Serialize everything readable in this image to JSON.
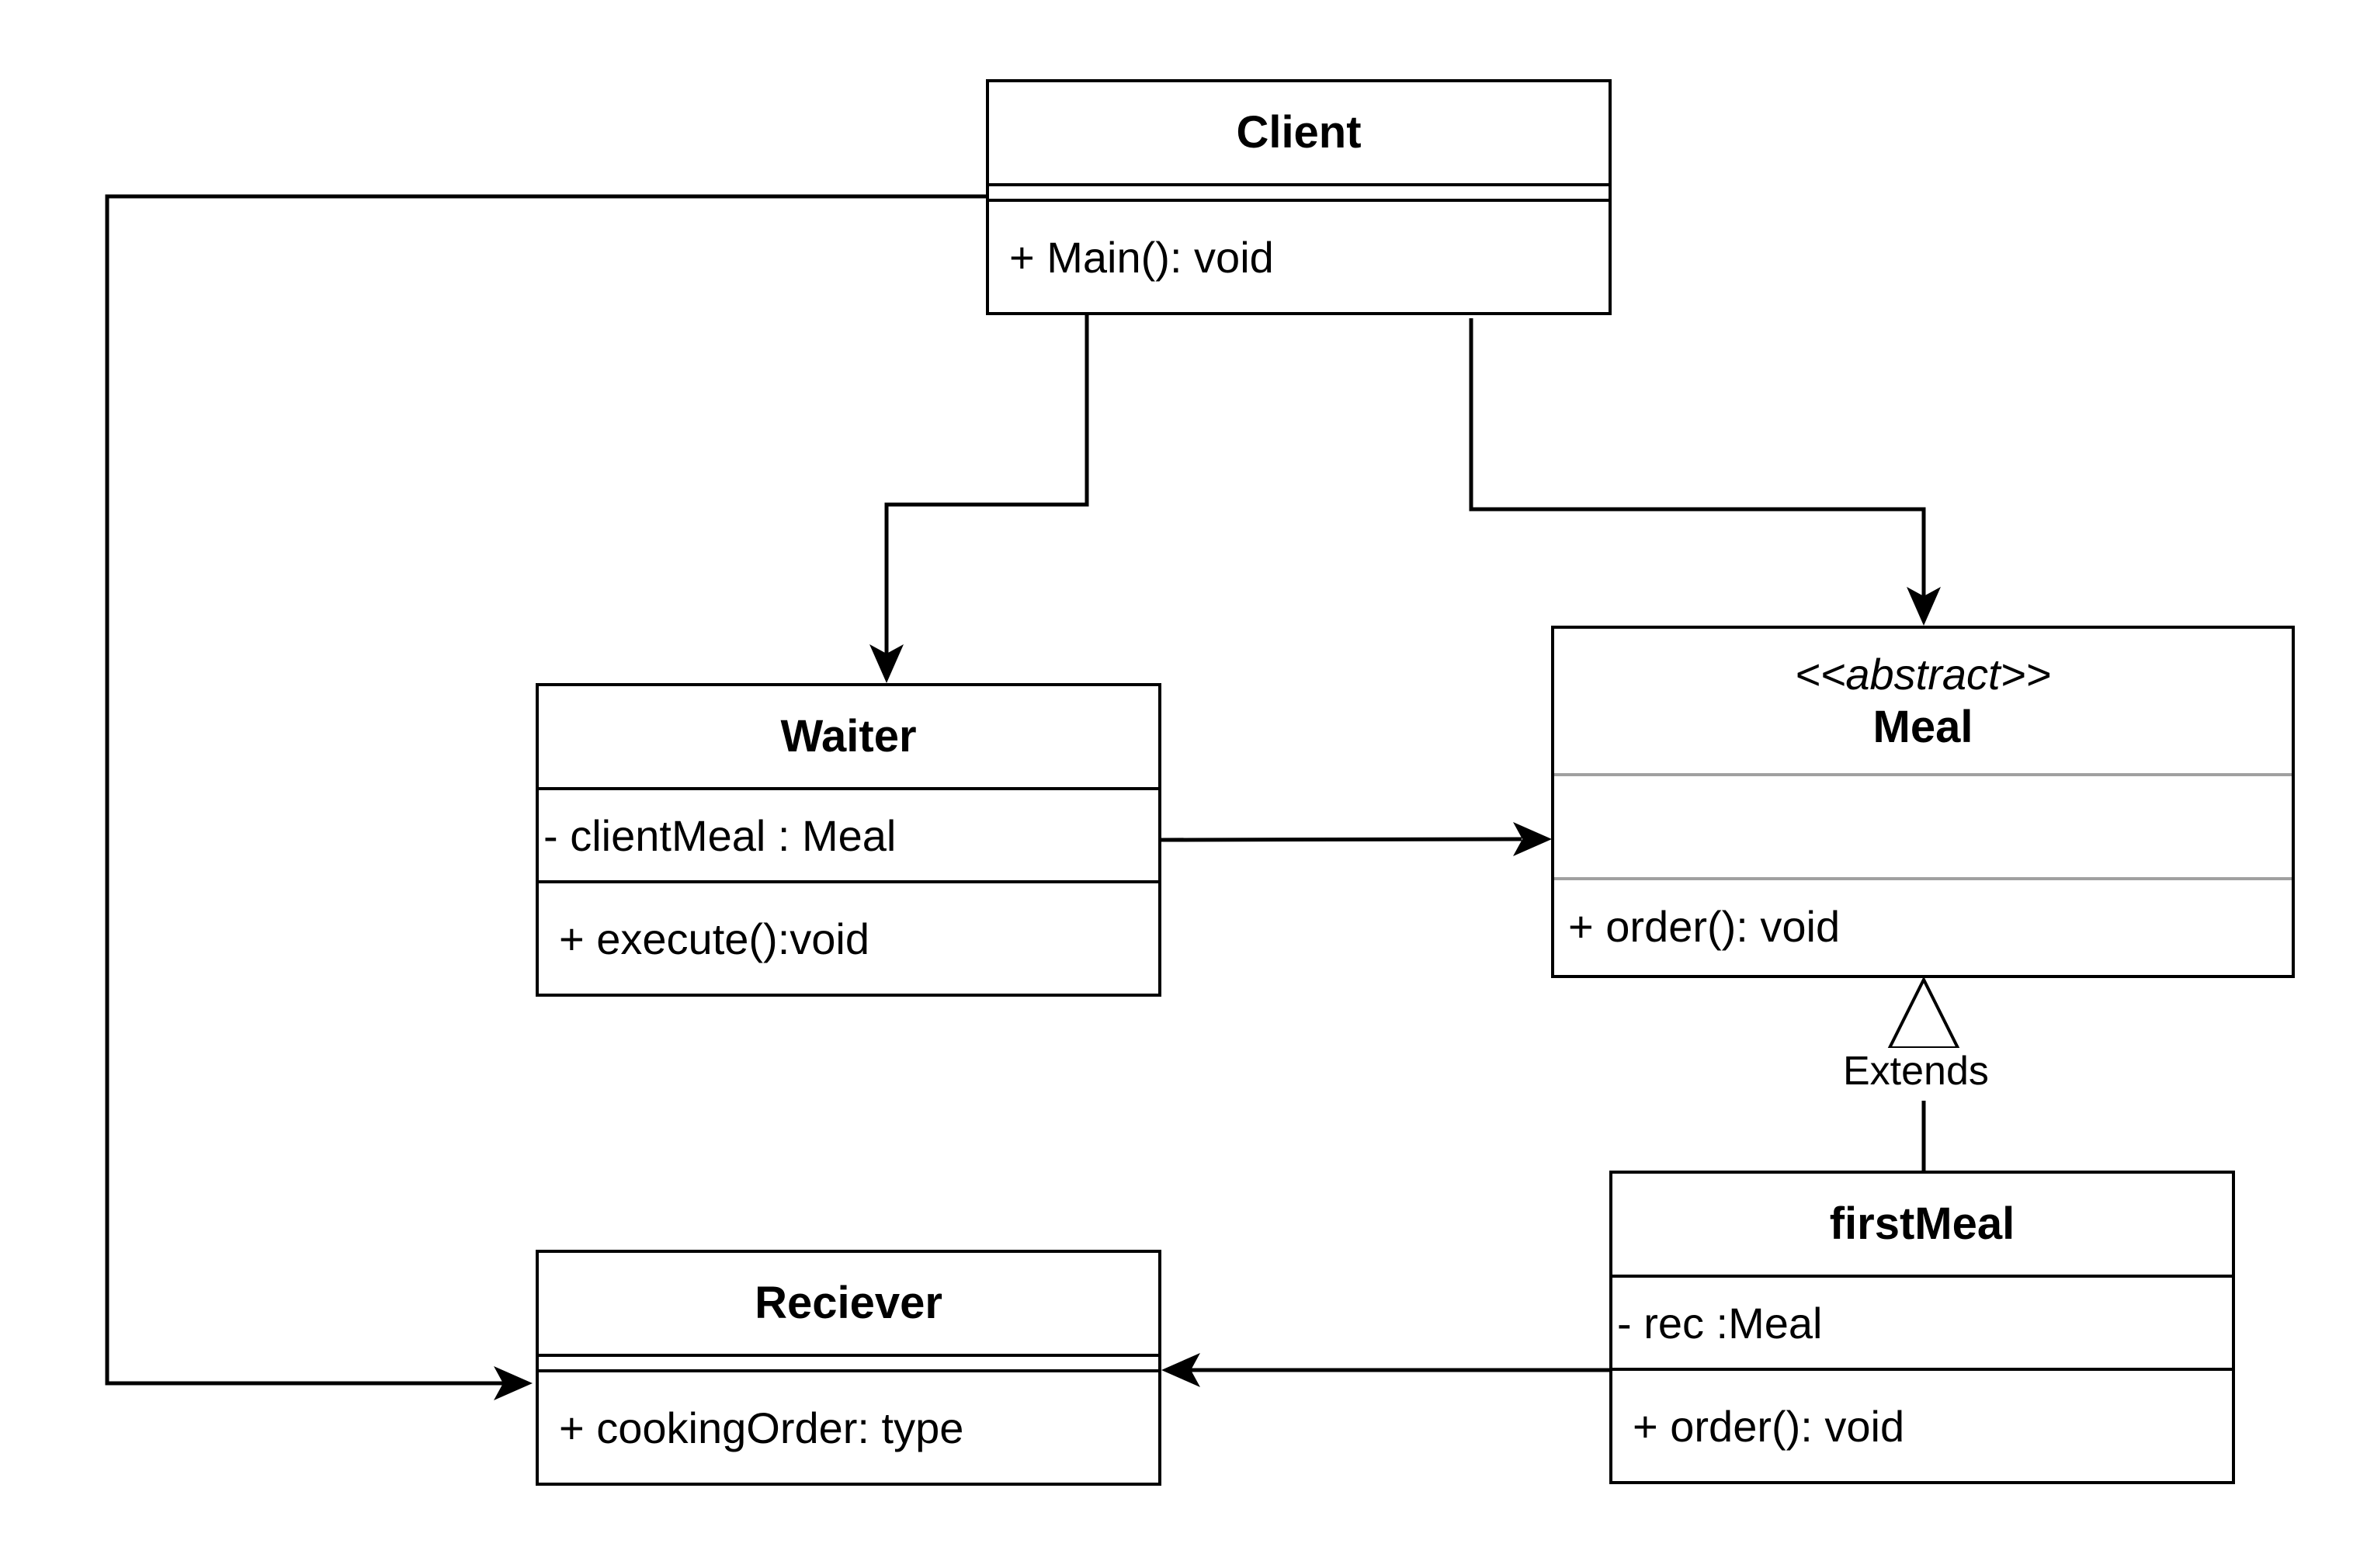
{
  "diagram": {
    "classes": {
      "client": {
        "name": "Client",
        "attributes": [],
        "methods": [
          "+ Main(): void"
        ]
      },
      "waiter": {
        "name": "Waiter",
        "attributes": [
          "- clientMeal : Meal"
        ],
        "methods": [
          "+ execute():void"
        ]
      },
      "meal": {
        "stereotype": "<<abstract>>",
        "name": "Meal",
        "attributes": [],
        "methods": [
          "+ order(): void"
        ]
      },
      "reciever": {
        "name": "Reciever",
        "attributes": [],
        "methods": [
          "+ cookingOrder: type"
        ]
      },
      "firstmeal": {
        "name": "firstMeal",
        "attributes": [
          "- rec :Meal"
        ],
        "methods": [
          "+ order(): void"
        ]
      }
    },
    "relations": [
      {
        "from": "Client",
        "to": "Waiter",
        "type": "association"
      },
      {
        "from": "Client",
        "to": "Meal",
        "type": "association"
      },
      {
        "from": "Client",
        "to": "Reciever",
        "type": "association"
      },
      {
        "from": "Waiter",
        "to": "Meal",
        "type": "association"
      },
      {
        "from": "firstMeal",
        "to": "Reciever",
        "type": "association"
      },
      {
        "from": "firstMeal",
        "to": "Meal",
        "type": "generalization",
        "label": "Extends"
      }
    ]
  }
}
